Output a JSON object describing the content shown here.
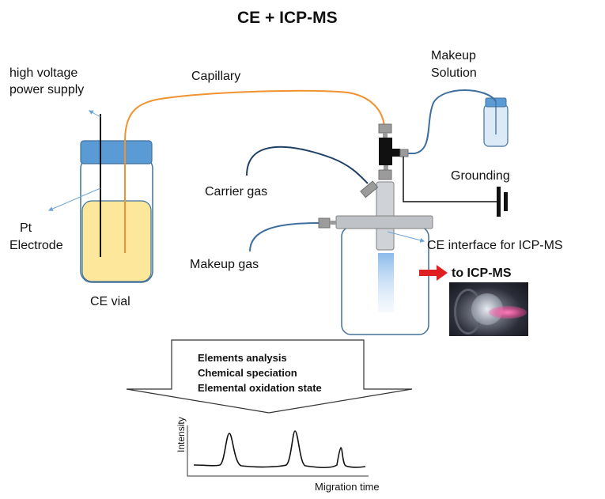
{
  "title": "CE + ICP-MS",
  "labels": {
    "power_supply_line1": "high voltage",
    "power_supply_line2": "power supply",
    "capillary": "Capillary",
    "makeup_solution_line1": "Makeup",
    "makeup_solution_line2": "Solution",
    "grounding": "Grounding",
    "carrier_gas": "Carrier gas",
    "makeup_gas": "Makeup gas",
    "pt_electrode_line1": "Pt",
    "pt_electrode_line2": "Electrode",
    "ce_vial": "CE vial",
    "ce_interface": "CE interface for ICP-MS",
    "to_icp_ms": "to ICP-MS"
  },
  "outcomes": {
    "items": [
      "Elements analysis",
      "Chemical speciation",
      "Elemental oxidation state"
    ]
  },
  "electropherogram": {
    "ylabel": "Intensity",
    "xlabel": "Migration time"
  },
  "colors": {
    "capillary": "#f0922e",
    "tubing": "#3f6f9e",
    "gas_line": "#1f3f66",
    "vial_cap": "#5b9bd5",
    "solution": "#fde79a",
    "outline": "#41719c",
    "pointer": "#6fa4d6",
    "arrow": "#e02020"
  }
}
